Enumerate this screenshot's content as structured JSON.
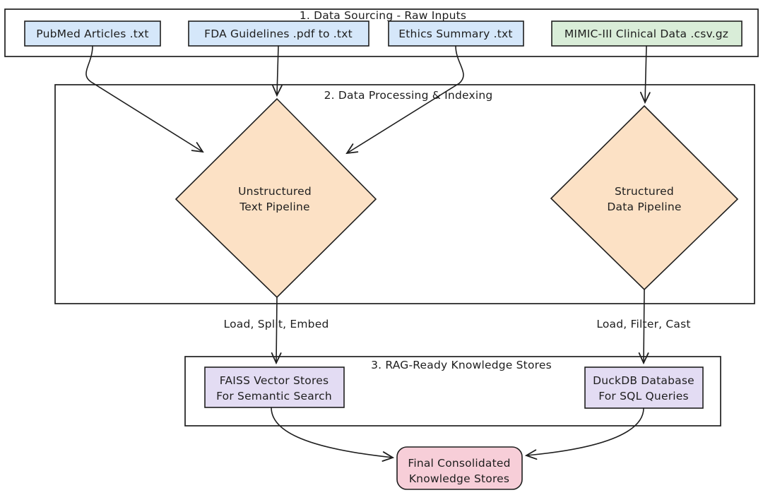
{
  "colors": {
    "background": "#ffffff",
    "stroke": "#1e1e1e",
    "source_blue": "#d5e7fa",
    "source_green": "#d9edd8",
    "pipeline_peach": "#fce1c5",
    "store_purple": "#e3dcf3",
    "final_pink": "#f7ced8"
  },
  "stage1": {
    "title": "1. Data Sourcing - Raw Inputs",
    "sources": [
      {
        "label": "PubMed Articles .txt"
      },
      {
        "label": "FDA Guidelines .pdf to .txt"
      },
      {
        "label": "Ethics Summary .txt"
      },
      {
        "label": "MIMIC-III Clinical Data .csv.gz"
      }
    ]
  },
  "stage2": {
    "title": "2. Data Processing & Indexing",
    "pipelines": [
      {
        "line1": "Unstructured",
        "line2": "Text Pipeline"
      },
      {
        "line1": "Structured",
        "line2": "Data Pipeline"
      }
    ]
  },
  "edges": {
    "left_label": "Load, Split, Embed",
    "right_label": "Load, Filter, Cast"
  },
  "stage3": {
    "title": "3. RAG-Ready Knowledge Stores",
    "stores": [
      {
        "line1": "FAISS Vector Stores",
        "line2": "For Semantic Search"
      },
      {
        "line1": "DuckDB Database",
        "line2": "For SQL Queries"
      }
    ]
  },
  "final_node": {
    "line1": "Final Consolidated",
    "line2": "Knowledge Stores"
  }
}
